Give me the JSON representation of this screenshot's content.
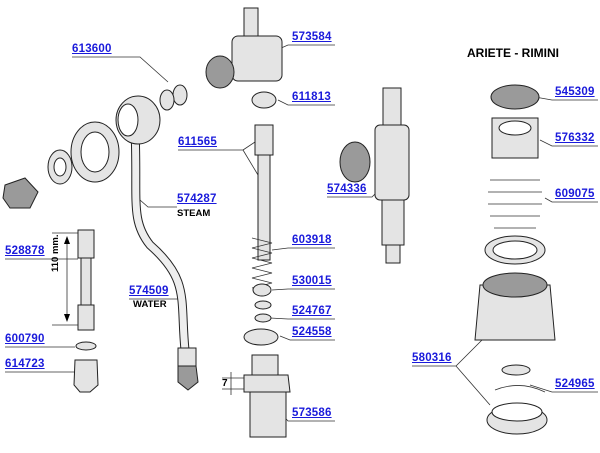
{
  "title": "ARIETE - RIMINI",
  "parts": [
    {
      "code": "613600"
    },
    {
      "code": "573584"
    },
    {
      "code": "611813"
    },
    {
      "code": "611565"
    },
    {
      "code": "574287",
      "note": "STEAM"
    },
    {
      "code": "574336"
    },
    {
      "code": "603918"
    },
    {
      "code": "528878"
    },
    {
      "code": "574509",
      "note": "WATER"
    },
    {
      "code": "530015"
    },
    {
      "code": "524767"
    },
    {
      "code": "524558"
    },
    {
      "code": "600790"
    },
    {
      "code": "614723"
    },
    {
      "code": "573586"
    },
    {
      "code": "545309"
    },
    {
      "code": "576332"
    },
    {
      "code": "609075"
    },
    {
      "code": "580316"
    },
    {
      "code": "524965"
    }
  ],
  "dimensions": {
    "tube_length": "110 mm.",
    "thread": "7"
  }
}
